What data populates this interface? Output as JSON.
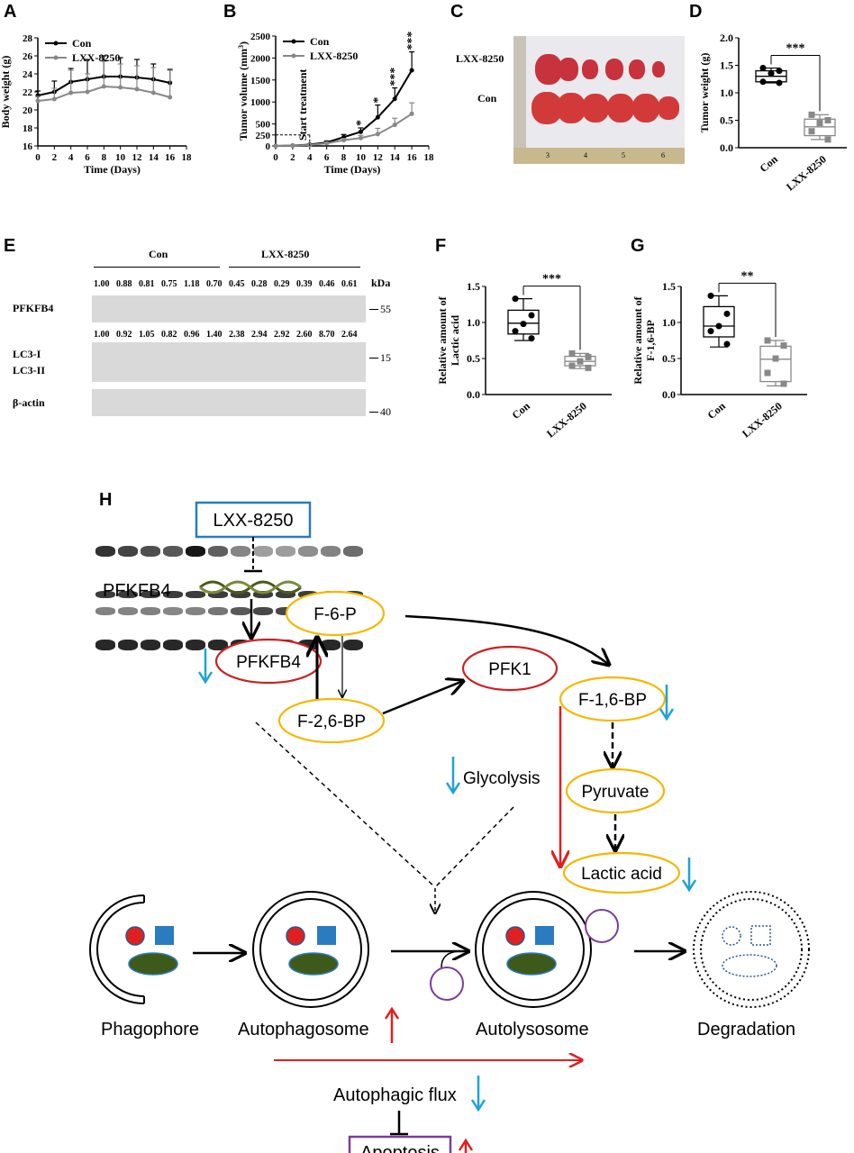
{
  "panel_letters": {
    "A": "A",
    "B": "B",
    "C": "C",
    "D": "D",
    "E": "E",
    "F": "F",
    "G": "G",
    "H": "H"
  },
  "chart_data": [
    {
      "id": "A",
      "type": "line",
      "ylabel": "Body weight (g)",
      "xlabel": "Time (Days)",
      "xlim": [
        0,
        18
      ],
      "ylim": [
        16,
        28
      ],
      "xticks": [
        0,
        2,
        4,
        6,
        8,
        10,
        12,
        14,
        16,
        18
      ],
      "yticks": [
        16,
        18,
        20,
        22,
        24,
        26,
        28
      ],
      "legend": "top-left",
      "series": [
        {
          "name": "Con",
          "color": "#000000",
          "x": [
            0,
            2,
            4,
            6,
            8,
            10,
            12,
            14,
            16
          ],
          "y": [
            21.6,
            22.0,
            23.1,
            23.4,
            23.7,
            23.7,
            23.6,
            23.4,
            23.0
          ],
          "err": [
            0.5,
            1.2,
            1.5,
            2.2,
            2.3,
            2.1,
            2.0,
            1.7,
            1.5
          ]
        },
        {
          "name": "LXX-8250",
          "color": "#888888",
          "x": [
            0,
            2,
            4,
            6,
            8,
            10,
            12,
            14,
            16
          ],
          "y": [
            21.0,
            21.2,
            21.9,
            22.0,
            22.6,
            22.5,
            22.3,
            21.9,
            21.4
          ],
          "err": [
            0.5,
            1.2,
            2.5,
            2.0,
            2.8,
            2.6,
            2.6,
            2.8,
            3.0
          ]
        }
      ]
    },
    {
      "id": "B",
      "type": "line",
      "ylabel": "Tumor volume (mm",
      "ylabel_sup": "3",
      "ylabel_end": ")",
      "xlabel": "Time (Days)",
      "xlim": [
        0,
        18
      ],
      "ylim": [
        0,
        2500
      ],
      "xticks": [
        0,
        2,
        4,
        6,
        8,
        10,
        12,
        14,
        16,
        18
      ],
      "yticks": [
        0,
        250,
        500,
        1000,
        1500,
        2000,
        2500
      ],
      "ytick_labels": [
        "0",
        "250",
        "500",
        "1000",
        "1500",
        "2000",
        "2500"
      ],
      "annotation": "Start treatment",
      "annotation_x": 4,
      "legend": "top-left",
      "significance": [
        {
          "x": 10,
          "label": "*"
        },
        {
          "x": 12,
          "label": "*"
        },
        {
          "x": 14,
          "label": "***"
        },
        {
          "x": 16,
          "label": "***"
        }
      ],
      "series": [
        {
          "name": "Con",
          "color": "#000000",
          "x": [
            0,
            2,
            4,
            6,
            8,
            10,
            12,
            14,
            16
          ],
          "y": [
            0,
            10,
            30,
            80,
            200,
            320,
            650,
            1070,
            1720
          ],
          "err": [
            0,
            5,
            10,
            30,
            60,
            90,
            280,
            250,
            420
          ]
        },
        {
          "name": "LXX-8250",
          "color": "#888888",
          "x": [
            0,
            2,
            4,
            6,
            8,
            10,
            12,
            14,
            16
          ],
          "y": [
            0,
            10,
            20,
            60,
            130,
            180,
            270,
            480,
            730
          ],
          "err": [
            0,
            5,
            10,
            20,
            40,
            60,
            130,
            150,
            250
          ]
        }
      ]
    },
    {
      "id": "D",
      "type": "box",
      "ylabel": "Tumor weight (g)",
      "ylim": [
        0,
        2.0
      ],
      "yticks": [
        0,
        0.5,
        1.0,
        1.5,
        2.0
      ],
      "ytick_labels": [
        "0.0",
        "0.5",
        "1.0",
        "1.5",
        "2.0"
      ],
      "categories": [
        "Con",
        "LXX-8250"
      ],
      "significance": "***",
      "boxes": [
        {
          "min": 1.18,
          "q1": 1.2,
          "median": 1.3,
          "q3": 1.4,
          "max": 1.45,
          "points": [
            1.45,
            1.4,
            1.35,
            1.2,
            1.18
          ],
          "color": "#000000"
        },
        {
          "min": 0.15,
          "q1": 0.22,
          "median": 0.38,
          "q3": 0.52,
          "max": 0.6,
          "points": [
            0.6,
            0.5,
            0.45,
            0.3,
            0.15
          ],
          "color": "#888888"
        }
      ]
    },
    {
      "id": "F",
      "type": "box",
      "ylabel": "Relative amount of",
      "ylabel2": "Lactic acid",
      "ylim": [
        0,
        1.5
      ],
      "yticks": [
        0,
        0.5,
        1.0,
        1.5
      ],
      "ytick_labels": [
        "0.0",
        "0.5",
        "1.0",
        "1.5"
      ],
      "categories": [
        "Con",
        "LXX-8250"
      ],
      "significance": "***",
      "boxes": [
        {
          "min": 0.75,
          "q1": 0.84,
          "median": 0.99,
          "q3": 1.17,
          "max": 1.33,
          "points": [
            1.33,
            1.1,
            0.98,
            0.88,
            0.78
          ],
          "color": "#000000"
        },
        {
          "min": 0.36,
          "q1": 0.4,
          "median": 0.46,
          "q3": 0.53,
          "max": 0.57,
          "points": [
            0.57,
            0.52,
            0.46,
            0.4,
            0.37
          ],
          "color": "#888888"
        }
      ]
    },
    {
      "id": "G",
      "type": "box",
      "ylabel": "Relative amount of",
      "ylabel2": "F-1,6-BP",
      "ylim": [
        0,
        1.5
      ],
      "yticks": [
        0,
        0.5,
        1.0,
        1.5
      ],
      "ytick_labels": [
        "0.0",
        "0.5",
        "1.0",
        "1.5"
      ],
      "categories": [
        "Con",
        "LXX-8250"
      ],
      "significance": "**",
      "boxes": [
        {
          "min": 0.66,
          "q1": 0.8,
          "median": 0.95,
          "q3": 1.22,
          "max": 1.37,
          "points": [
            1.37,
            1.12,
            0.95,
            0.88,
            0.7
          ],
          "color": "#000000"
        },
        {
          "min": 0.12,
          "q1": 0.18,
          "median": 0.49,
          "q3": 0.67,
          "max": 0.75,
          "points": [
            0.75,
            0.68,
            0.5,
            0.3,
            0.15
          ],
          "color": "#888888"
        }
      ]
    }
  ],
  "panel_C": {
    "label_top": "LXX-8250",
    "label_bottom": "Con",
    "ruler": [
      "3",
      "4",
      "5",
      "6"
    ]
  },
  "panel_E": {
    "group_con": "Con",
    "group_lxx": "LXX-8250",
    "kda": "kDa",
    "pfkfb4_values": [
      "1.00",
      "0.88",
      "0.81",
      "0.75",
      "1.18",
      "0.70",
      "0.45",
      "0.28",
      "0.29",
      "0.39",
      "0.46",
      "0.61"
    ],
    "lc3_values": [
      "1.00",
      "0.92",
      "1.05",
      "0.82",
      "0.96",
      "1.40",
      "2.38",
      "2.94",
      "2.92",
      "2.60",
      "8.70",
      "2.64"
    ],
    "row_pfkfb4": "PFKFB4",
    "row_lc3i": "LC3-I",
    "row_lc3ii": "LC3-II",
    "row_actin": "β-actin",
    "mw_55": "55",
    "mw_15": "15",
    "mw_40": "40"
  },
  "panel_H": {
    "drug": "LXX-8250",
    "gene": "PFKFB4",
    "pfkfb4": "PFKFB4",
    "f6p": "F-6-P",
    "f26bp": "F-2,6-BP",
    "pfk1": "PFK1",
    "f16bp": "F-1,6-BP",
    "pyruvate": "Pyruvate",
    "lactic": "Lactic acid",
    "glycolysis": "Glycolysis",
    "phagophore": "Phagophore",
    "autophagosome": "Autophagosome",
    "autolysosome": "Autolysosome",
    "degradation": "Degradation",
    "flux": "Autophagic flux",
    "apoptosis": "Apoptosis",
    "colors": {
      "blue_arrow": "#1ca3d8",
      "red": "#e02020",
      "yellow": "#f5b800",
      "ellipse_red": "#cc2020",
      "purple": "#7b3d9a",
      "box_blue": "#2a7bbf",
      "green": "#3d5a1a"
    }
  }
}
